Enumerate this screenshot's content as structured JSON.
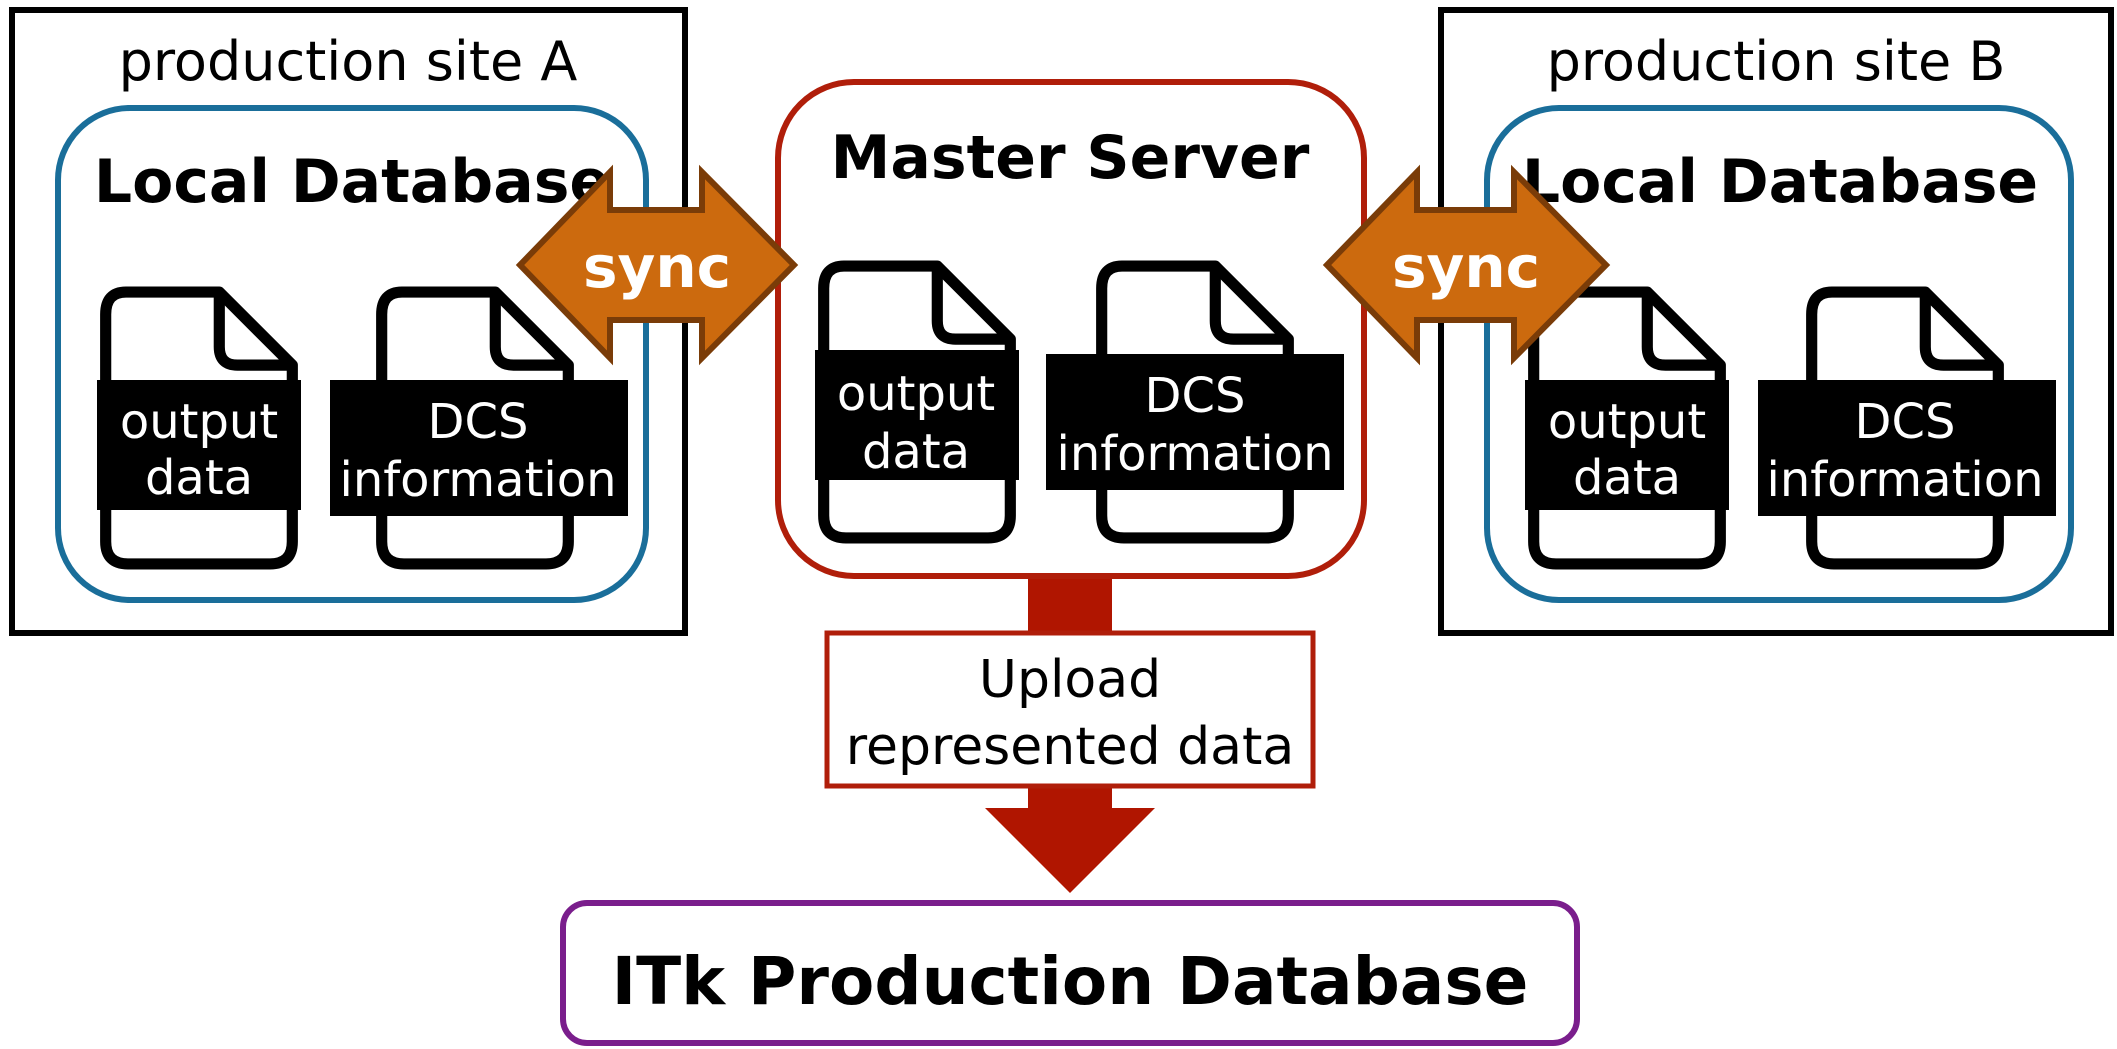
{
  "site_a": {
    "title": "production site A",
    "db_title": "Local Database",
    "doc1": {
      "line1": "output",
      "line2": "data"
    },
    "doc2": {
      "line1": "DCS",
      "line2": "information"
    }
  },
  "site_b": {
    "title": "production site B",
    "db_title": "Local Database",
    "doc1": {
      "line1": "output",
      "line2": "data"
    },
    "doc2": {
      "line1": "DCS",
      "line2": "information"
    }
  },
  "master": {
    "title": "Master Server",
    "doc1": {
      "line1": "output",
      "line2": "data"
    },
    "doc2": {
      "line1": "DCS",
      "line2": "information"
    }
  },
  "sync_left": {
    "label": "sync"
  },
  "sync_right": {
    "label": "sync"
  },
  "upload": {
    "line1": "Upload",
    "line2": "represented data"
  },
  "itk": {
    "title": "ITk Production Database"
  },
  "colors": {
    "site_border": "#000000",
    "local_db_border": "#1a6e9a",
    "master_border": "#b01e0a",
    "sync_fill": "#cc6a0e",
    "sync_stroke": "#7a3c08",
    "upload_arrow": "#b01500",
    "itk_border": "#7a1e8c"
  }
}
